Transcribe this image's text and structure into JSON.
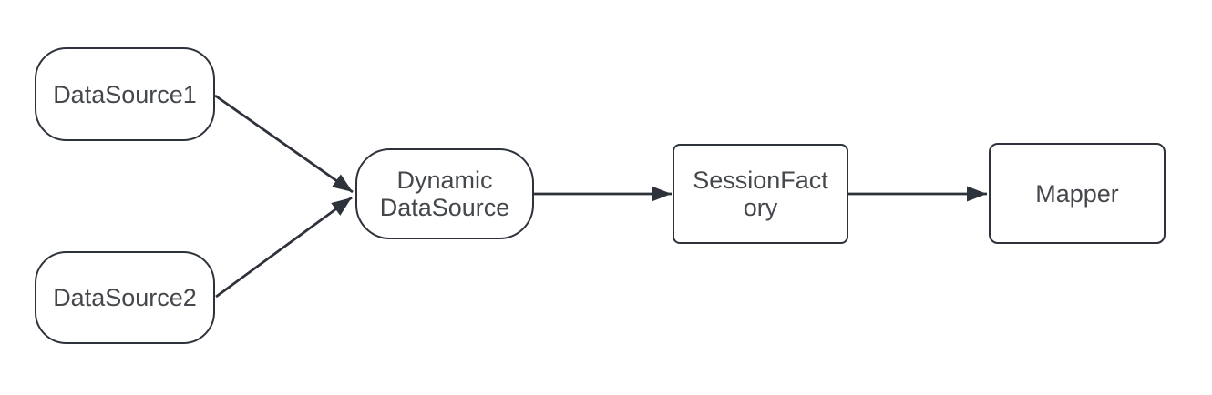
{
  "diagram": {
    "background_color": "#ffffff",
    "stroke_color": "#2d323b",
    "text_color": "#44474b",
    "nodes": [
      {
        "id": "datasource1",
        "label": "DataSource1",
        "shape": "rounded-pill"
      },
      {
        "id": "datasource2",
        "label": "DataSource2",
        "shape": "rounded-pill"
      },
      {
        "id": "dynamic-datasource",
        "label": "Dynamic\nDataSource",
        "shape": "rounded-pill"
      },
      {
        "id": "sessionfactory",
        "label": "SessionFact\nory",
        "shape": "rectangle"
      },
      {
        "id": "mapper",
        "label": "Mapper",
        "shape": "rectangle"
      }
    ],
    "edges": [
      {
        "from": "datasource1",
        "to": "dynamic-datasource",
        "style": "solid-arrow"
      },
      {
        "from": "datasource2",
        "to": "dynamic-datasource",
        "style": "solid-arrow"
      },
      {
        "from": "dynamic-datasource",
        "to": "sessionfactory",
        "style": "solid-arrow"
      },
      {
        "from": "sessionfactory",
        "to": "mapper",
        "style": "solid-arrow"
      }
    ]
  }
}
